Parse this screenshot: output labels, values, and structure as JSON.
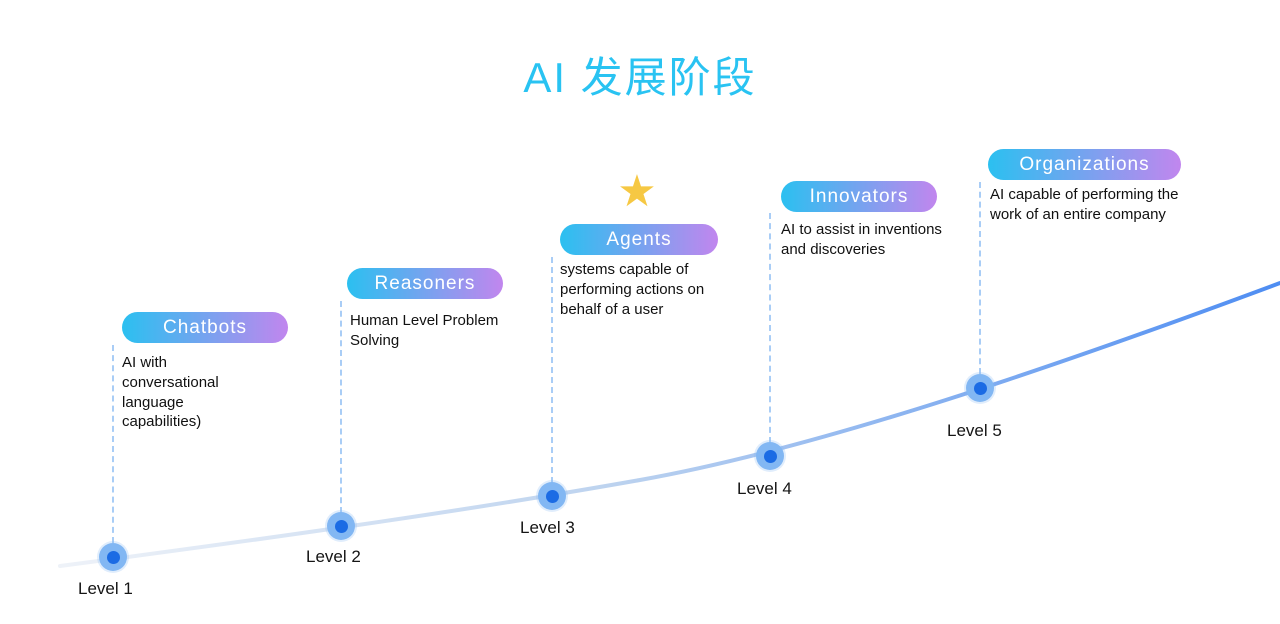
{
  "title": "AI 发展阶段",
  "levels": [
    {
      "pill": "Chatbots",
      "level_label": "Level 1",
      "description": "AI with conversational language capabilities)"
    },
    {
      "pill": "Reasoners",
      "level_label": "Level 2",
      "description": "Human Level Problem Solving"
    },
    {
      "pill": "Agents",
      "level_label": "Level 3",
      "description": "systems capable of performing actions on behalf of a user",
      "star": "★"
    },
    {
      "pill": "Innovators",
      "level_label": "Level 4",
      "description": "AI to assist in inventions and discoveries"
    },
    {
      "pill": "Organizations",
      "level_label": "Level 5",
      "description": "AI capable of performing the work of an entire company"
    }
  ],
  "colors": {
    "title": "#29c3f2",
    "pill_gradient_start": "#2bc0f0",
    "pill_gradient_end": "#c186ee",
    "curve_start": "#eef2f8",
    "curve_end": "#4e8df2",
    "dot_outer": "#82b7f3",
    "dot_inner": "#1b6be4",
    "dashed_line": "#a9cdf6",
    "star": "#f6c843"
  }
}
